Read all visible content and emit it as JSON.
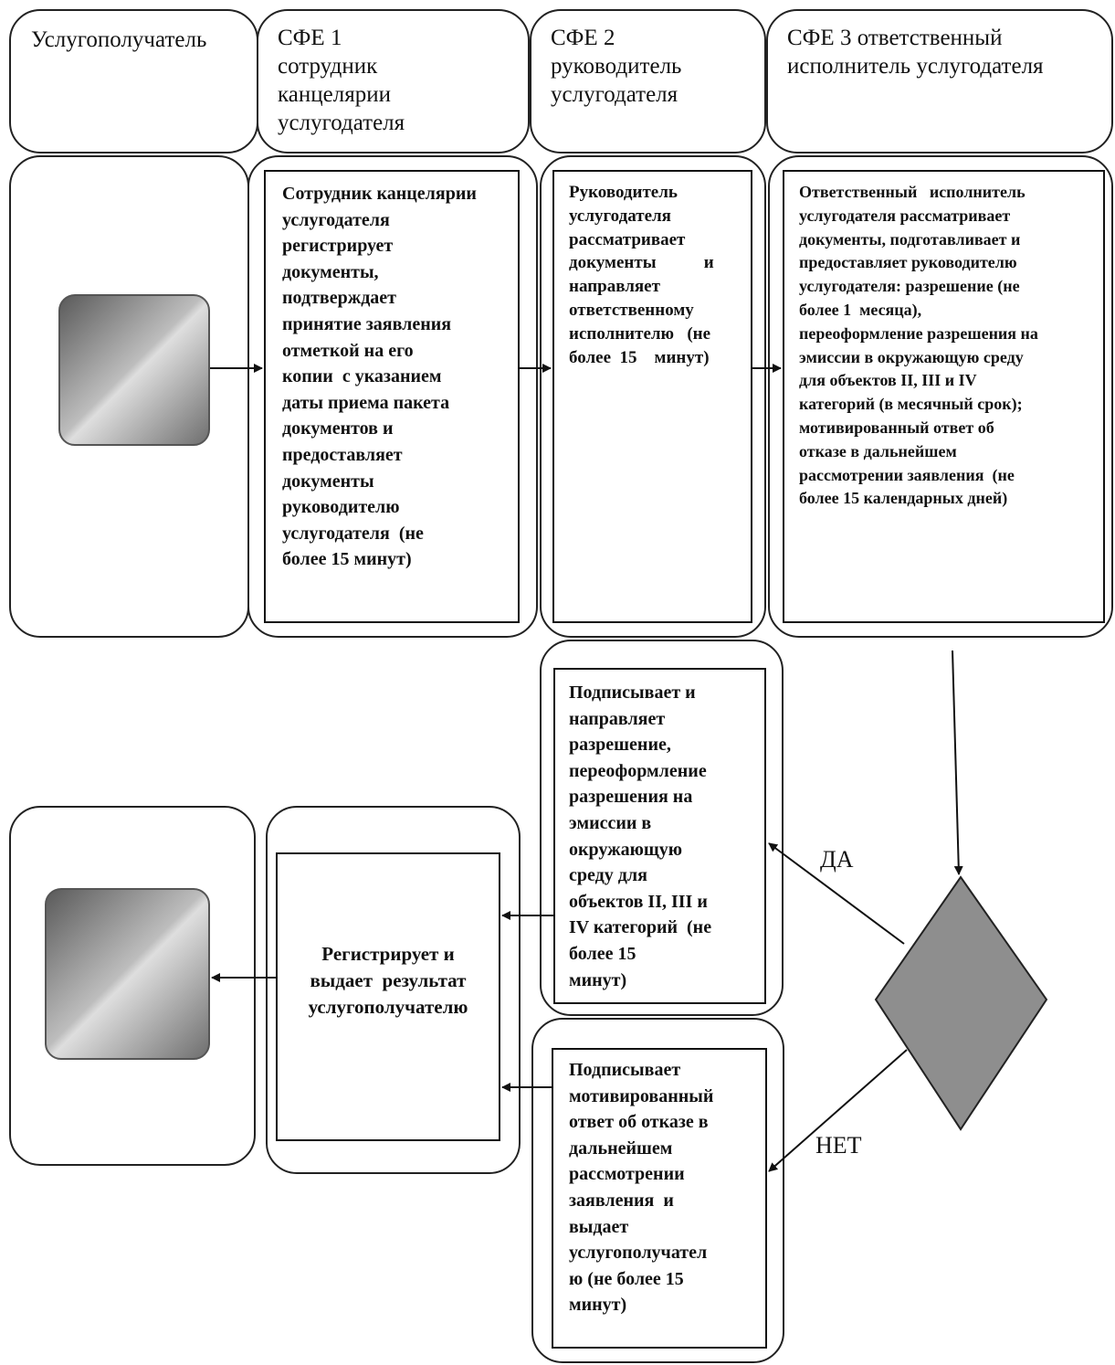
{
  "lanes": {
    "recipient": "Услугополучатель",
    "sfe1": "СФЕ 1\nсотрудник\nканцелярии\nуслугодателя",
    "sfe2": "СФЕ 2\nруководитель\nуслугодателя",
    "sfe3": "СФЕ 3 ответственный\nисполнитель услугодателя"
  },
  "steps": {
    "step1": "Сотрудник канцелярии\nуслугодателя\nрегистрирует\nдокументы,\nподтверждает\nпринятие заявления\nотметкой на его\nкопии  с указанием\nдаты приема пакета\nдокументов и\nпредоставляет\nдокументы\nруководителю\nуслугодателя  (не\nболее 15 минут)",
    "step2": "Руководитель\nуслугодателя\nрассматривает\nдокументы           и\nнаправляет\nответственному\nисполнителю   (не\nболее  15    минут)",
    "step3": "Ответственный   исполнитель\nуслугодателя рассматривает\nдокументы, подготавливает и\nпредоставляет руководителю\nуслугодателя: разрешение (не\nболее 1  месяца),\nпереоформление разрешения на\nэмиссии в окружающую среду\nдля объектов II, III и IV\nкатегорий (в месячный срок);\nмотивированный ответ об\nотказе в дальнейшем\nрассмотрении заявления  (не\nболее 15 календарных дней)",
    "step_yes": "Подписывает и\nнаправляет\nразрешение,\nпереоформление\nразрешения на\nэмиссии в\nокружающую\nсреду для\nобъектов II, III и\nIV категорий  (не\nболее 15\nминут)",
    "step_no": "Подписывает\nмотивированный\nответ об отказе в\nдальнейшем\nрассмотрении\nзаявления  и\nвыдает\nуслугополучател\nю (не более 15\nминут)",
    "step_issue": "Регистрирует и\nвыдает  результат\nуслугополучателю"
  },
  "decision": {
    "yes": "ДА",
    "no": "НЕТ"
  },
  "colors": {
    "diamond_fill": "#8e8e8e",
    "line": "#111111"
  }
}
